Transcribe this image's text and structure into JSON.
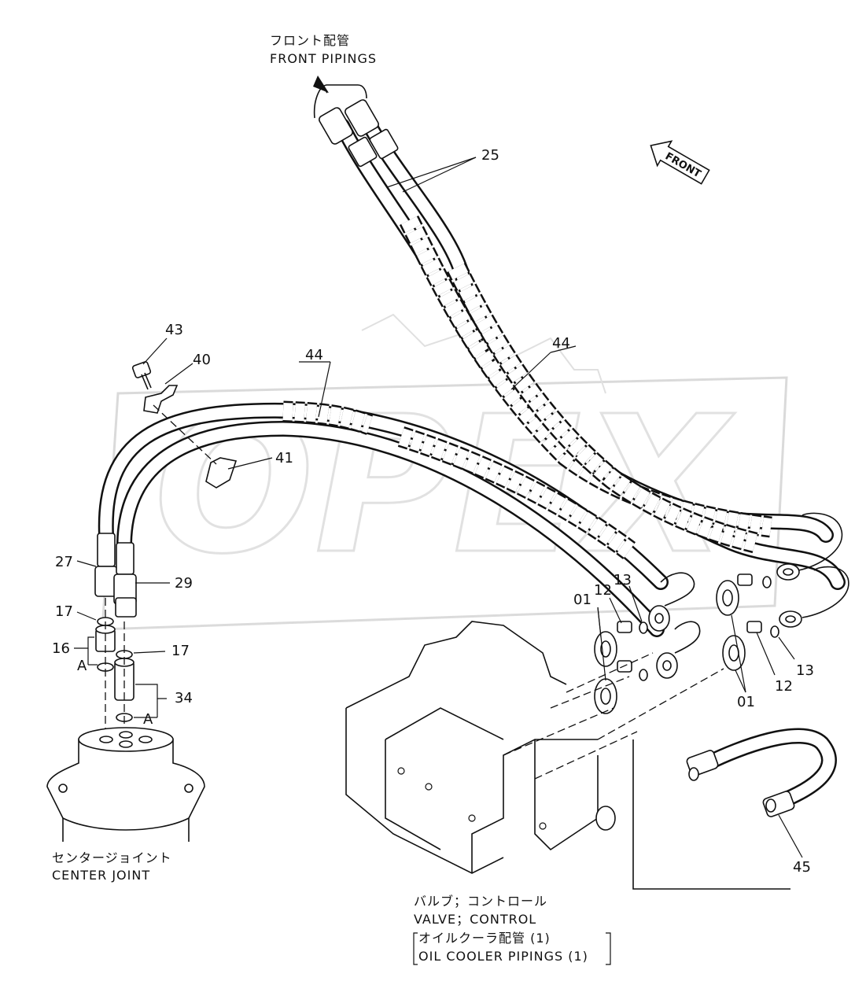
{
  "labels": {
    "front_piping_jp": "フロント配管",
    "front_piping_en": "FRONT PIPINGS",
    "front_arrow": "FRONT",
    "center_joint_jp": "センタージョイント",
    "center_joint_en": "CENTER JOINT",
    "valve_jp": "バルブ；コントロール",
    "valve_en": "VALVE；CONTROL",
    "oil_cooler_jp": "オイルクーラ配管 (1)",
    "oil_cooler_en": "OIL COOLER PIPINGS (1)"
  },
  "watermark": "OPEX",
  "part_numbers": {
    "p25": "25",
    "p43": "43",
    "p40": "40",
    "p44a": "44",
    "p44b": "44",
    "p41": "41",
    "p27": "27",
    "p29": "29",
    "p17a": "17",
    "p17b": "17",
    "p16": "16",
    "pA1": "A",
    "pA2": "A",
    "p34": "34",
    "p01a": "01",
    "p12a": "12",
    "p13a": "13",
    "p01b": "01",
    "p12b": "12",
    "p13b": "13",
    "p45": "45"
  }
}
